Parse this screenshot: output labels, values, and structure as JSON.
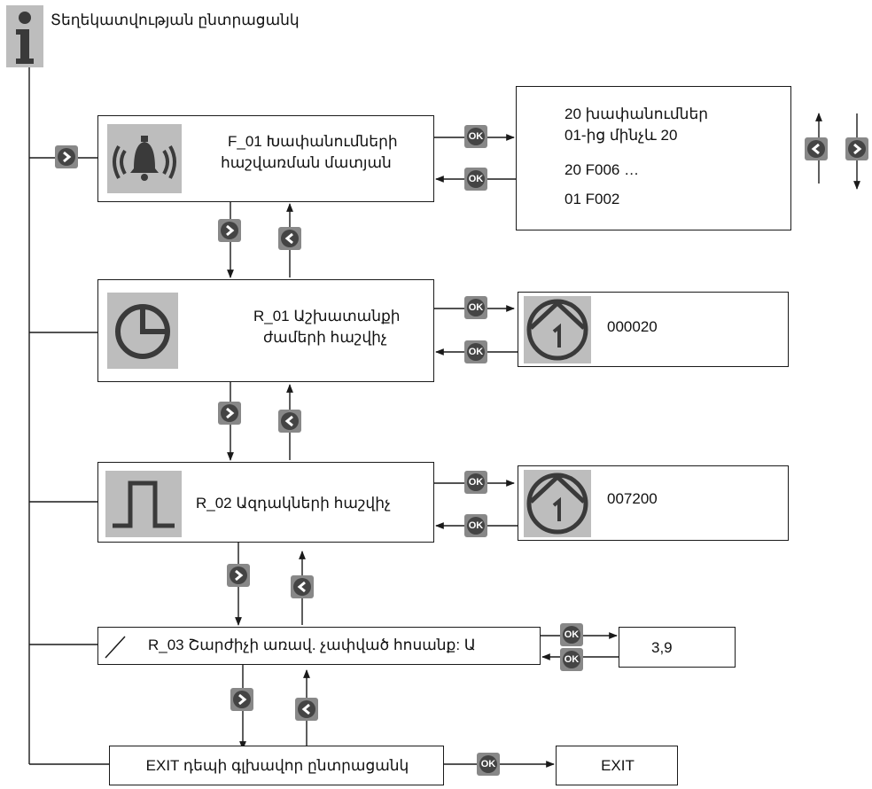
{
  "header": {
    "title": "Տեղեկատվության ընտրացանկ",
    "icon": "info-icon"
  },
  "items": [
    {
      "id": "F_01",
      "label_line1": "F_01 Խափանումների",
      "label_line2": "հաշվառման մատյան",
      "icon": "bell-icon",
      "detail": {
        "line1": "20 խափանումներ",
        "line2": "01-ից մինչև 20",
        "line3": "20 F006 …",
        "line4": "01 F002"
      }
    },
    {
      "id": "R_01",
      "label_line1": "R_01 Աշխատանքի",
      "label_line2": "ժամերի հաշվիչ",
      "icon": "clock-icon",
      "detail": {
        "value": "000020",
        "icon": "counter-up-icon"
      }
    },
    {
      "id": "R_02",
      "label": "R_02 Ազդակների հաշվիչ",
      "icon": "pulse-icon",
      "detail": {
        "value": "007200",
        "icon": "counter-up-icon"
      }
    },
    {
      "id": "R_03",
      "label": "R_03 Շարժիչի առավ. չափված հոսանք: Ա",
      "icon": "slash-icon",
      "detail": {
        "value": "3,9"
      }
    }
  ],
  "exit": {
    "label": "EXIT դեպի գլխավոր ընտրացանկ",
    "result": "EXIT"
  },
  "buttons": {
    "ok": "OK"
  },
  "colors": {
    "button_bg": "#888888",
    "button_face": "#444444",
    "icon_bg": "#bdbdbd",
    "line": "#1a1a1a"
  }
}
